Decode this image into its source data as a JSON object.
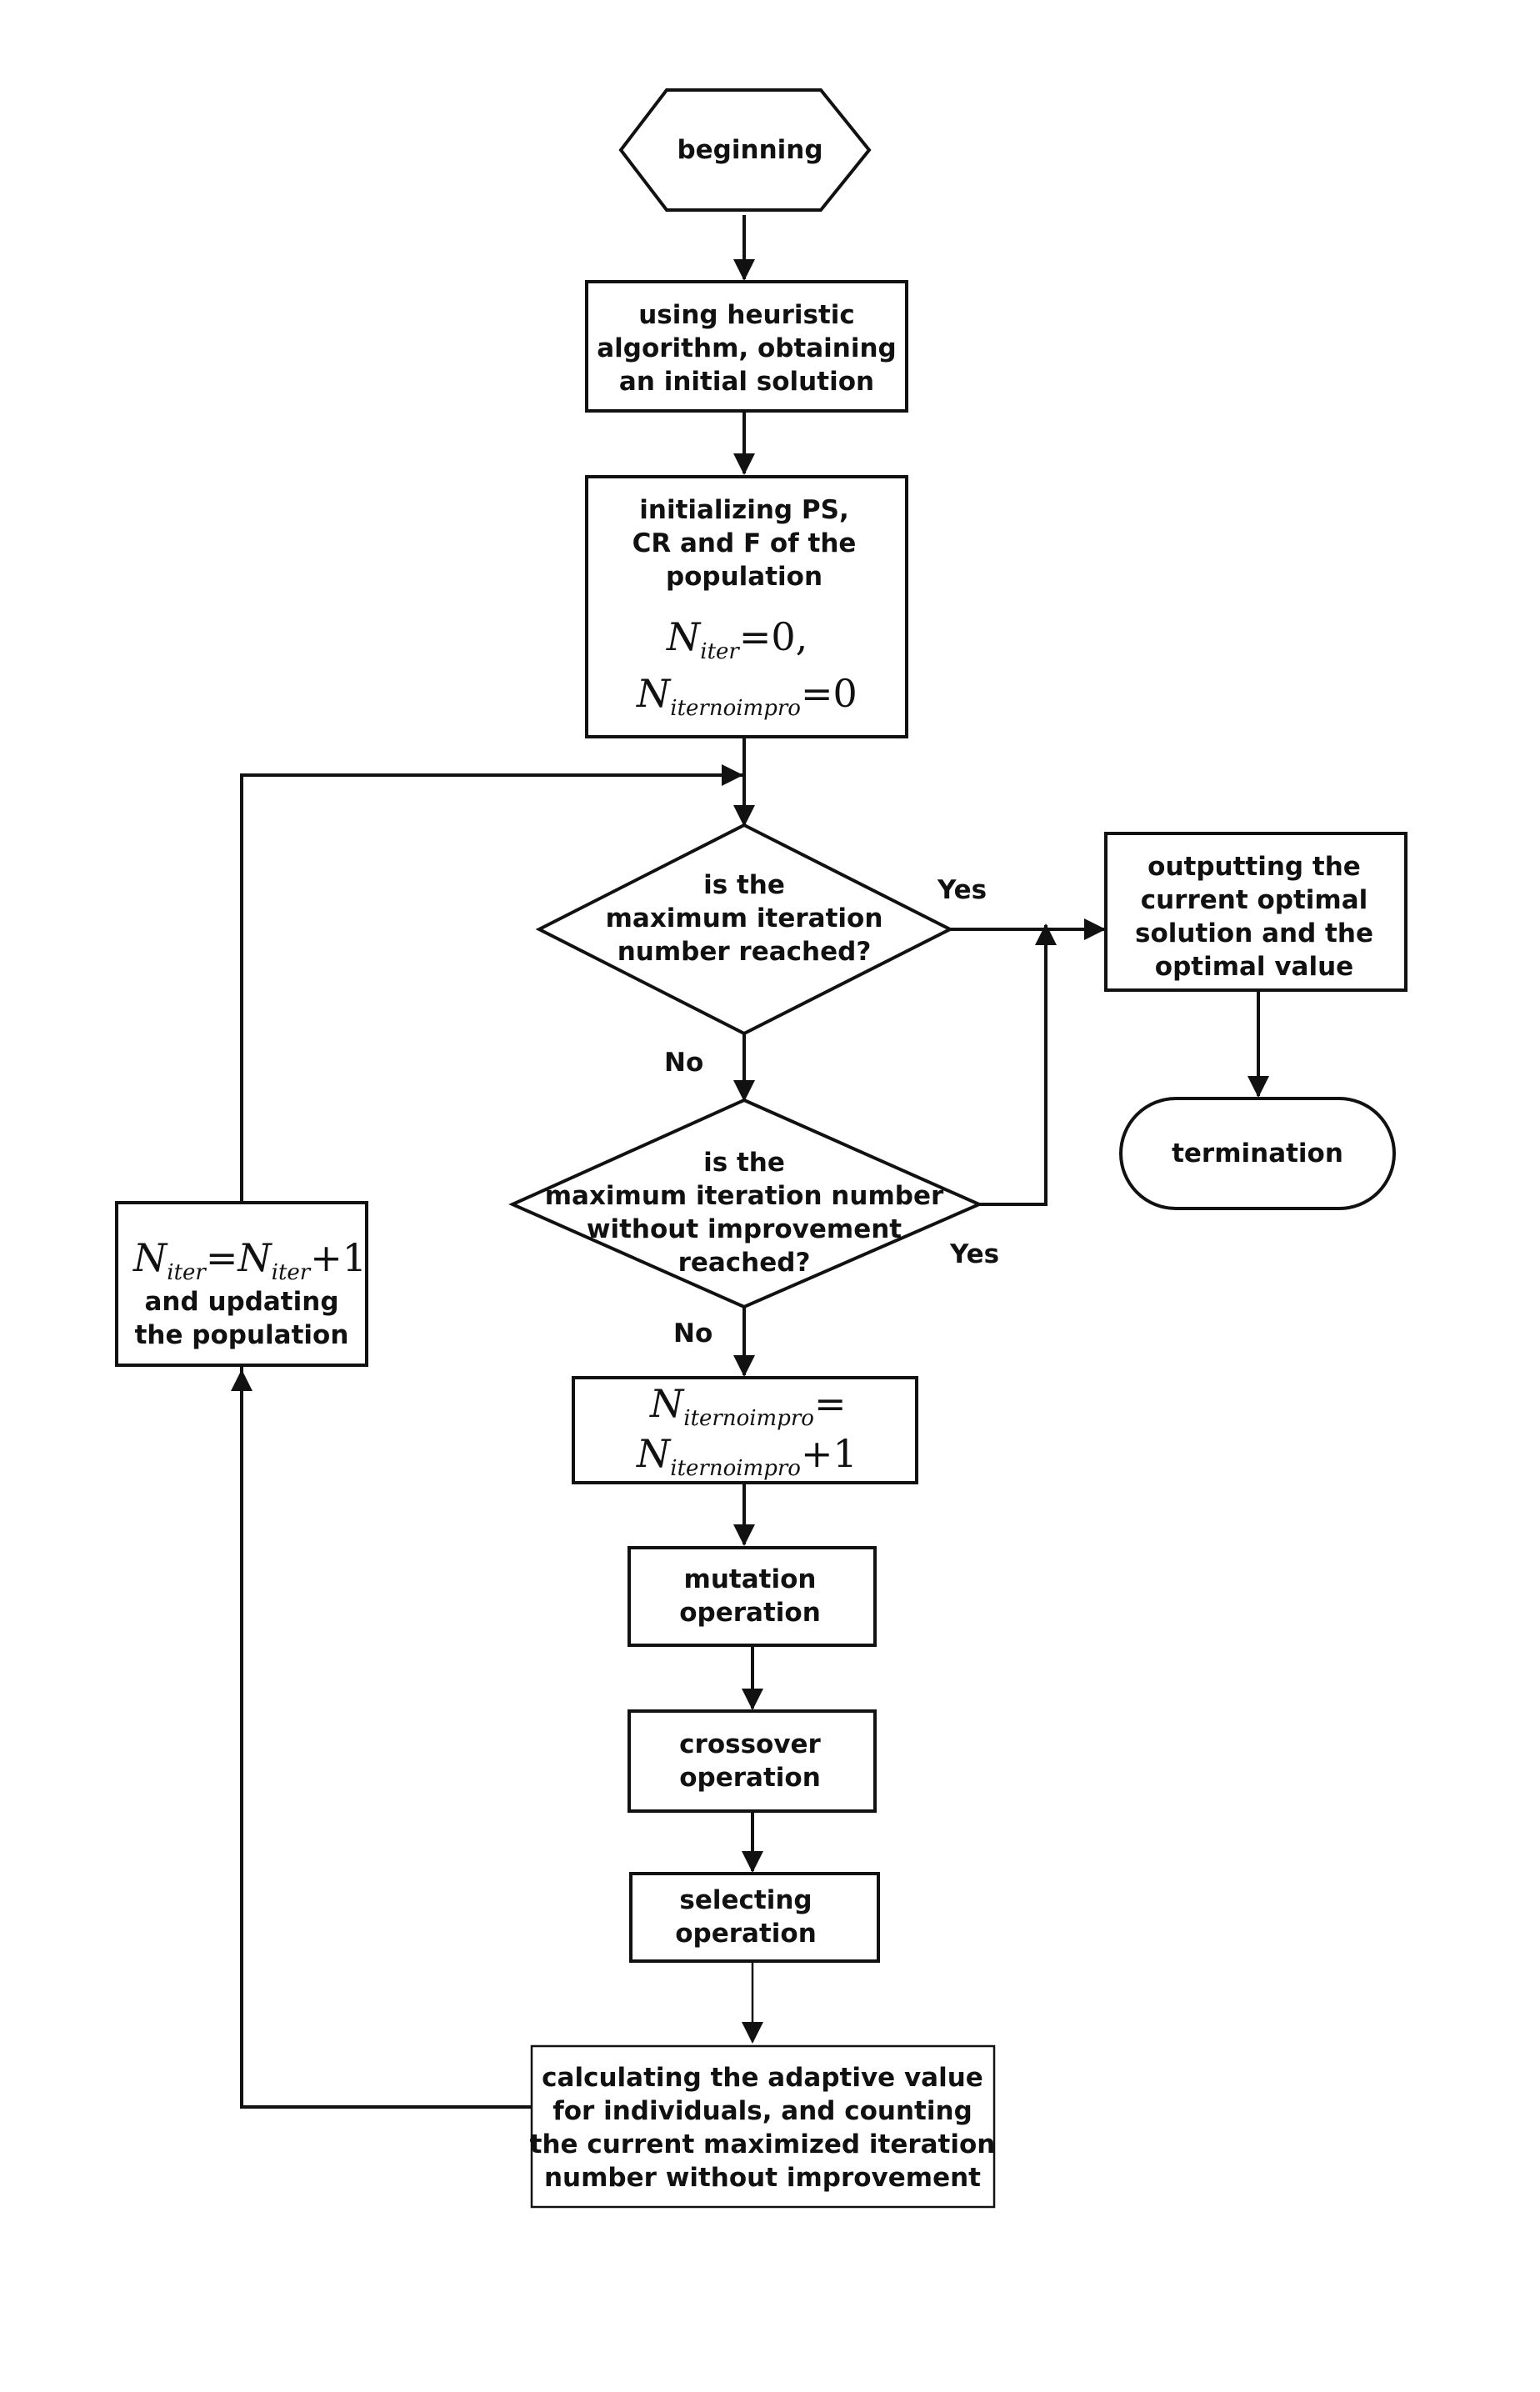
{
  "nodes": {
    "beginning": [
      "beginning"
    ],
    "heuristic": [
      "using heuristic",
      "algorithm, obtaining",
      "an initial solution"
    ],
    "initialize": [
      "initializing PS,",
      "CR and F of the",
      "population"
    ],
    "decision_max_iter": [
      "is the",
      "maximum  iteration",
      "number reached?"
    ],
    "decision_no_improve": [
      "is the",
      "maximum iteration number",
      "without improvement",
      "reached?"
    ],
    "output": [
      "outputting the",
      "current optimal",
      "solution and the",
      "optimal value"
    ],
    "termination": [
      "termination"
    ],
    "mutation": [
      "mutation",
      "operation"
    ],
    "crossover": [
      "crossover",
      "operation"
    ],
    "selecting": [
      "selecting",
      "operation"
    ],
    "calculating": [
      "calculating the adaptive value",
      "for individuals, and counting",
      "the current maximized iteration",
      "number without improvement"
    ],
    "update_population": [
      "and updating",
      "the population"
    ]
  },
  "formulas": {
    "n": "N",
    "iter_sub": "iter",
    "noimpro_sub": "iternoimpro",
    "init_iter_value": "=0,",
    "init_noimpro_value": "=0",
    "assign": "=",
    "plus_one": "+1"
  },
  "edge_labels": {
    "yes_1": "Yes",
    "no_1": "No",
    "yes_2": "Yes",
    "no_2": "No"
  }
}
